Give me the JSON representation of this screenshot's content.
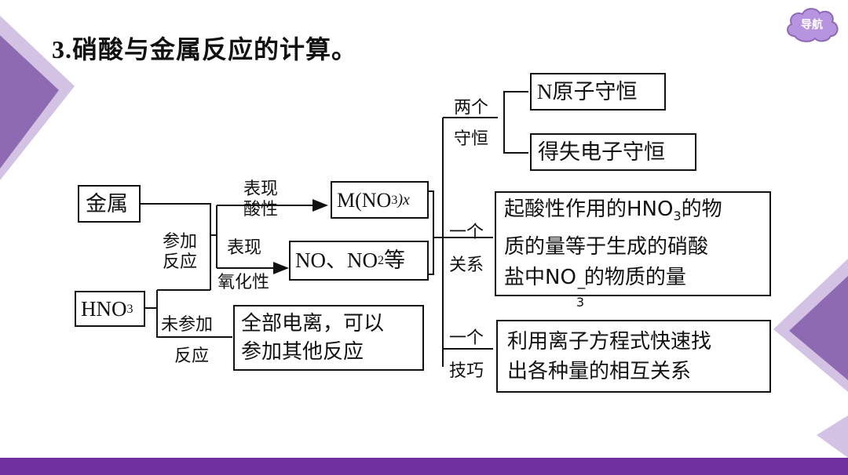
{
  "header": {
    "title_num": "3.",
    "title_text": "硝酸与金属反应的计算。"
  },
  "nav": {
    "label": "导航"
  },
  "diagram": {
    "metal": "金属",
    "hno3_main": "HNO",
    "hno3_sub": "3",
    "react_label": "参加\n反应",
    "unreact_label_1": "未参加",
    "unreact_label_2": "反应",
    "acidity_label": "表现\n酸性",
    "oxid_label_1": "表现",
    "oxid_label_2": "氧化性",
    "nitrate_prefix": "M(NO",
    "nitrate_sub": "3",
    "nitrate_suffix": ")x",
    "nox_no": "NO、NO",
    "nox_sub": "2",
    "nox_suffix": "等",
    "ionize": "全部电离，可以\n参加其他反应",
    "two_cons_label": "两个\n守恒",
    "n_cons": "N原子守恒",
    "e_cons": "得失电子守恒",
    "one_rel_label_1": "一个",
    "one_rel_label_2": "关系",
    "rel_line1_a": "起酸性作用的HNO",
    "rel_line1_sub": "3",
    "rel_line1_b": "的物",
    "rel_line2": "质的量等于生成的硝酸",
    "rel_line3_a": "盐中NO",
    "rel_line3_sub": "3",
    "rel_line3_sup": "−",
    "rel_line3_b": "的物质的量",
    "one_tech_label_1": "一个",
    "one_tech_label_2": "技巧",
    "technique": "利用离子方程式快速找\n出各种量的相互关系"
  },
  "colors": {
    "accent": "#7030a0",
    "deco_dark": "#8e6ab3",
    "deco_light": "#d3c2e4",
    "nav_fill": "#b794e0"
  }
}
